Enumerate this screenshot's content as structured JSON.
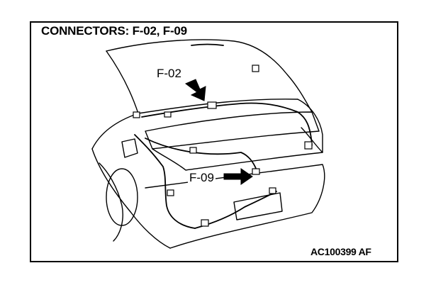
{
  "diagram": {
    "title": "CONNECTORS: F-02, F-09",
    "callouts": [
      {
        "id": "f02",
        "label": "F-02"
      },
      {
        "id": "f09",
        "label": "F-09"
      }
    ],
    "figure_code": "AC100399 AF",
    "line_color": "#000000",
    "background": "#ffffff"
  }
}
